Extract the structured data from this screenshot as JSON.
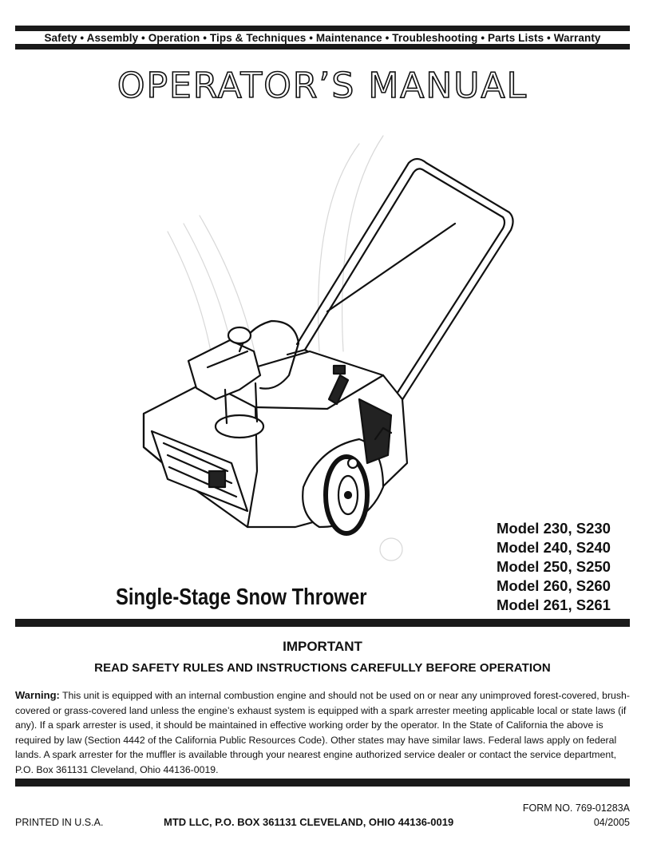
{
  "header": {
    "sections_bar": "Safety • Assembly • Operation • Tips & Techniques • Maintenance • Troubleshooting • Parts Lists • Warranty",
    "title": "OPERATOR’S MANUAL"
  },
  "illustration": {
    "icon": "snow-thrower-illustration"
  },
  "product": {
    "name": "Single-Stage Snow Thrower",
    "models": [
      "Model 230, S230",
      "Model 240, S240",
      "Model 250, S250",
      "Model 260, S260",
      "Model 261, S261"
    ]
  },
  "notice": {
    "heading": "IMPORTANT",
    "subheading": "READ SAFETY RULES AND INSTRUCTIONS CAREFULLY BEFORE OPERATION",
    "warning_label": "Warning:",
    "warning_text": " This unit is equipped with an internal combustion engine and should not be used on or near any unimproved forest-covered, brush-covered or grass-covered land unless the engine’s exhaust system is equipped with a spark arrester meeting applicable local or state laws (if any). If a spark arrester is used, it should be maintained in effective working order by the operator. In the State of California the above is required by law (Section 4442 of the California Public Resources Code). Other states may have similar laws. Federal laws apply on federal lands. A spark arrester for the muffler is available through your nearest engine authorized service dealer or contact the service department, P.O. Box 361131 Cleveland, Ohio 44136-0019."
  },
  "footer": {
    "printed": "PRINTED IN U.S.A.",
    "company": "MTD LLC, P.O. BOX 361131 CLEVELAND, OHIO 44136-0019",
    "form_no": "FORM NO. 769-01283A",
    "date": "04/2005"
  },
  "colors": {
    "ink": "#111111",
    "rule": "#1a1a1a",
    "paper": "#ffffff"
  }
}
